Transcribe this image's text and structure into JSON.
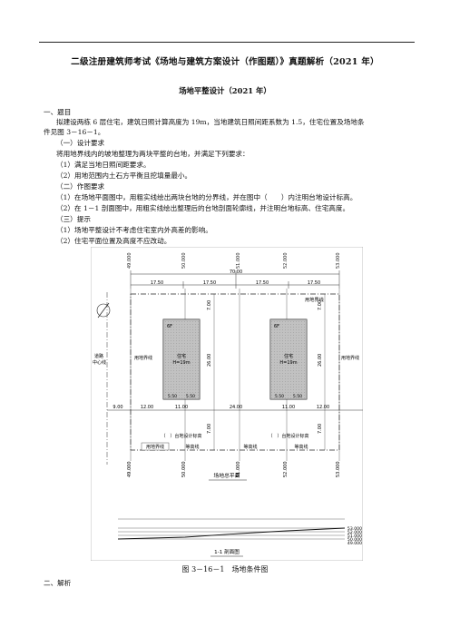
{
  "doc": {
    "title": "二级注册建筑师考试《场地与建筑方案设计（作图题）》真题解析（2021 年）",
    "subtitle": "场地平整设计（2021 年）",
    "lines": [
      "一、题目",
      "拟建设两栋 6 层住宅，建筑日照计算高度为 19m，当地建筑日照间距系数为 1.5，住宅位置及场地条",
      "件见图 3－16－1。",
      "（一）设计要求",
      "将用地界线内的坡地整理为两块平整的台地，并满足下列要求：",
      "（1）满足当地日照间距要求。",
      "（2）用地范围内土石方平衡且挖填量最小。",
      "（二）作图要求",
      "（1）在场地平面图中，用粗实线绘出两块台地的分界线，并在图中（　　）内注明台地设计标高。",
      "（2）在 1－1 剖面图中，用粗实线绘出整理后的台地剖面轮廓线，并注明台地标高、住宅高度。",
      "（三）提示",
      "（1）场地平整设计不考虑住宅室内外高差的影响。",
      "（2）住宅平面位置及高度不应改动。"
    ],
    "caption": "图 3－16－1　场地条件图",
    "analysis": "二、解析"
  },
  "figure": {
    "top_elevations": [
      "49.000",
      "50.000",
      "51.000",
      "52.000",
      "53.000"
    ],
    "bottom_elevations": [
      "49.000",
      "50.000",
      "51.000",
      "52.000",
      "53.000"
    ],
    "total_width": "70.00",
    "top_dims": [
      "17.50",
      "17.50",
      "17.50",
      "17.50"
    ],
    "boundary_label": "用地界线",
    "road_label": "道路\n中心线",
    "building_left": {
      "floors": "6F",
      "name": "住宅",
      "height": "H=19m"
    },
    "building_right": {
      "floors": "6F",
      "name": "住宅",
      "height": "H=19m"
    },
    "dims_bldg": [
      "5.50",
      "5.50",
      "5.50",
      "5.50"
    ],
    "dims_row": [
      "9.00",
      "12.00",
      "11.00",
      "24.00",
      "11.00",
      "12.00"
    ],
    "vert_dims": [
      "7.00",
      "26.00",
      "7.00",
      "26.00",
      "7.00",
      "7.00"
    ],
    "platform_label": "（　）台地设计标高",
    "contour_label": "等高线",
    "plan_label": "场地总平面",
    "section_label": "1-1 剖面图",
    "section_elevs": [
      "53.000",
      "52.000",
      "51.000",
      "50.000",
      "49.000"
    ]
  }
}
